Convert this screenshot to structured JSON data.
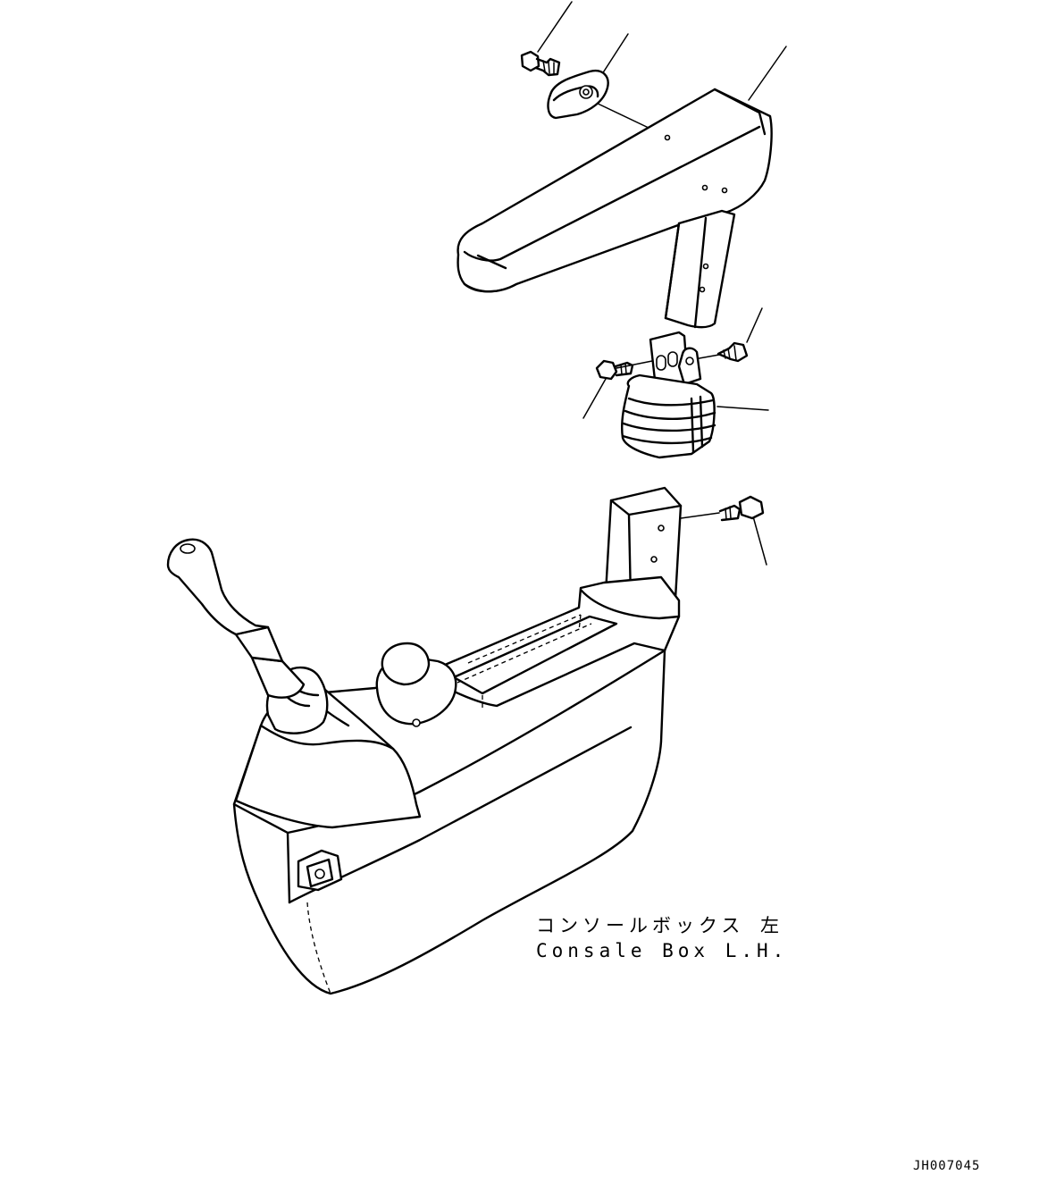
{
  "caption": {
    "japanese": "コンソールボックス 左",
    "english": "Consale Box L.H."
  },
  "drawing_id": "JH007045",
  "line_color": "#000000",
  "background_color": "#ffffff",
  "parts": [
    {
      "name": "bolt-top",
      "icon": "bolt-icon"
    },
    {
      "name": "cap-cover",
      "icon": "cap-icon"
    },
    {
      "name": "armrest",
      "icon": "armrest-icon"
    },
    {
      "name": "bolt-right-upper",
      "icon": "bolt-icon"
    },
    {
      "name": "bolt-left",
      "icon": "bolt-icon"
    },
    {
      "name": "bellows-bracket",
      "icon": "bellows-icon"
    },
    {
      "name": "bolt-right-lower",
      "icon": "bolt-icon"
    },
    {
      "name": "console-box-lh",
      "icon": "console-box-icon"
    }
  ]
}
